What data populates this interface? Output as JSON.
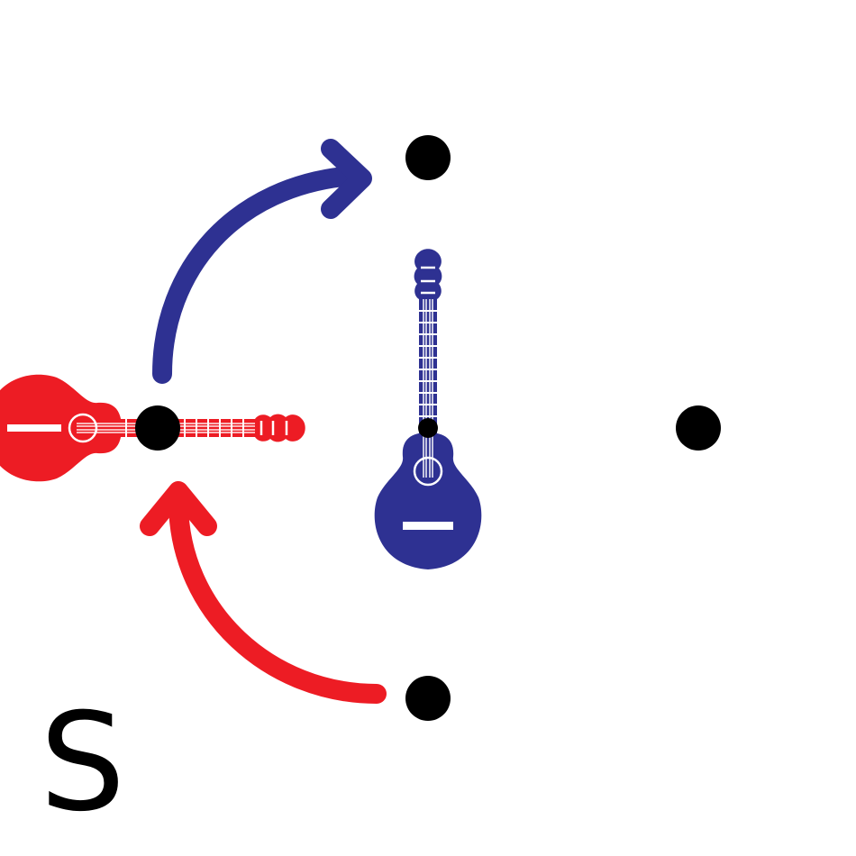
{
  "diagram": {
    "label": "S",
    "colors": {
      "background": "#ffffff",
      "dot": "#000000",
      "blue": "#2e3192",
      "red": "#ed1c24",
      "label": "#000000"
    },
    "nodes": [
      {
        "id": "top"
      },
      {
        "id": "left"
      },
      {
        "id": "center"
      },
      {
        "id": "right"
      },
      {
        "id": "bottom"
      }
    ],
    "guitars": [
      {
        "id": "blue-guitar",
        "color": "blue",
        "orientation": "vertical",
        "anchor": "center"
      },
      {
        "id": "red-guitar",
        "color": "red",
        "orientation": "horizontal",
        "anchor": "left"
      }
    ],
    "arrows": [
      {
        "id": "blue-arrow",
        "color": "blue",
        "from": "left",
        "to": "top",
        "icon": "curved-arrow-icon"
      },
      {
        "id": "red-arrow",
        "color": "red",
        "from": "bottom",
        "to": "left",
        "icon": "curved-arrow-icon"
      }
    ]
  }
}
